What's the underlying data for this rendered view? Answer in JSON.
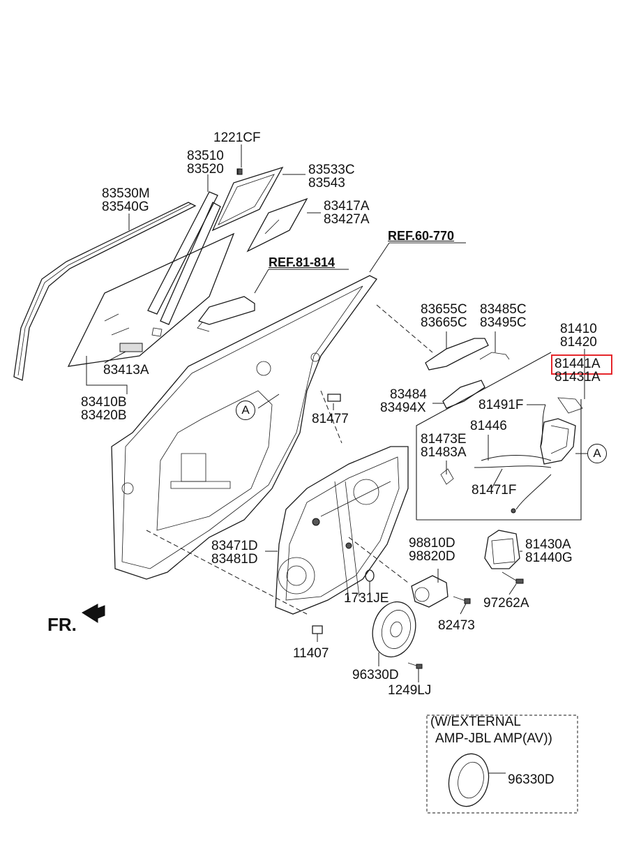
{
  "labels": {
    "p1221cf": "1221CF",
    "p83510": "83510",
    "p83520": "83520",
    "p83533c": "83533C",
    "p83543": "83543",
    "p83530m": "83530M",
    "p83540g": "83540G",
    "p83417a": "83417A",
    "p83427a": "83427A",
    "ref60": "REF.60-770",
    "ref81": "REF.81-814",
    "p83655c": "83655C",
    "p83665c": "83665C",
    "p83485c": "83485C",
    "p83495c": "83495C",
    "p81410": "81410",
    "p81420": "81420",
    "p81441a": "81441A",
    "p81431a": "81431A",
    "p83413a": "83413A",
    "p83410b": "83410B",
    "p83420b": "83420B",
    "p83484": "83484",
    "p83494x": "83494X",
    "p81477": "81477",
    "p81491f": "81491F",
    "p81446": "81446",
    "p81473e": "81473E",
    "p81483a": "81483A",
    "p81471f": "81471F",
    "p83471d": "83471D",
    "p83481d": "83481D",
    "p98810d": "98810D",
    "p98820d": "98820D",
    "p81430a": "81430A",
    "p81440g": "81440G",
    "p1731je": "1731JE",
    "p97262a": "97262A",
    "p82473": "82473",
    "p11407": "11407",
    "p96330d": "96330D",
    "p1249lj": "1249LJ",
    "fr": "FR.",
    "circle_a": "A",
    "ext_line1": "(W/EXTERNAL",
    "ext_line2": "AMP-JBL AMP(AV))",
    "ext_96330d": "96330D"
  },
  "highlight_color": "#e5262b"
}
